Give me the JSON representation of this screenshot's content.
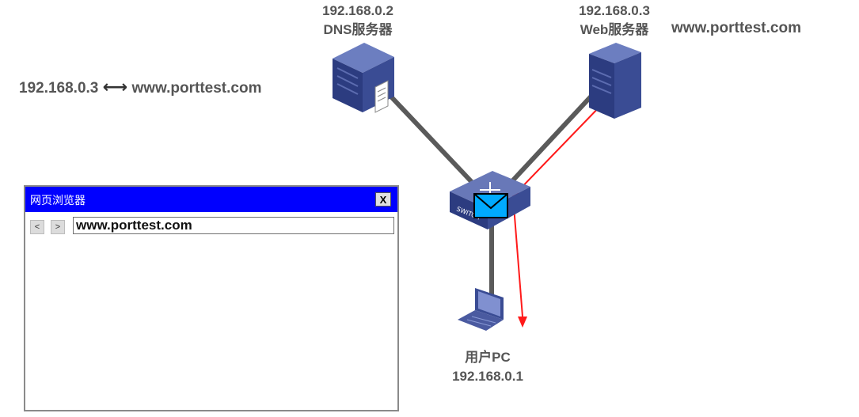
{
  "dns": {
    "ip": "192.168.0.2",
    "name": "DNS服务器"
  },
  "web": {
    "ip": "192.168.0.3",
    "name": "Web服务器",
    "domain": "www.porttest.com"
  },
  "user": {
    "name": "用户PC",
    "ip": "192.168.0.1"
  },
  "mapping": {
    "ip": "192.168.0.3",
    "arrow": "⟷",
    "domain": "www.porttest.com"
  },
  "switch_label": "SWITCH",
  "browser": {
    "title": "网页浏览器",
    "close": "X",
    "back": "<",
    "forward": ">",
    "url": "www.porttest.com"
  },
  "colors": {
    "link": "#5a5a5a",
    "packet_path": "#ff1a1a",
    "titlebar": "#0000ff"
  }
}
